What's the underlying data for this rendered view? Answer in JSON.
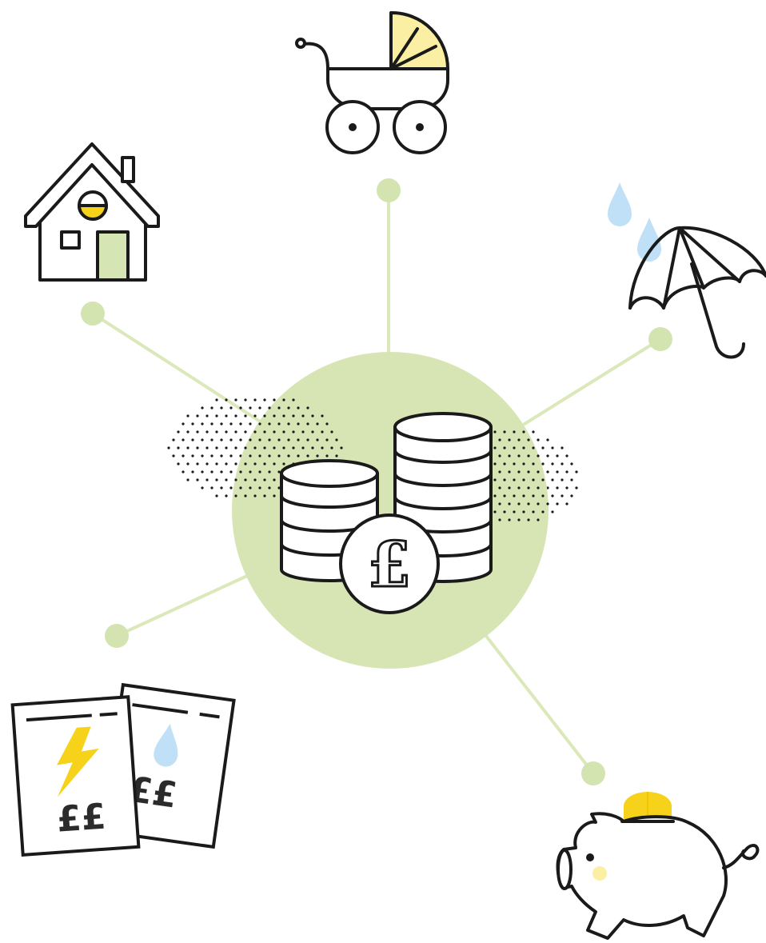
{
  "colors": {
    "accent_green": "#d7e5b5",
    "line_green": "#dbe8b9",
    "dot_green": "#d3e4b0",
    "house_door": "#d5e6b4",
    "yellow": "#f7d21a",
    "light_yellow": "#fbefa3",
    "rain_blue": "#bfe0f6",
    "stroke": "#1a1a1a"
  },
  "center": {
    "icon": "coin-stack-pound-icon",
    "symbol": "£"
  },
  "nodes": [
    {
      "name": "house",
      "icon": "house-icon"
    },
    {
      "name": "pram",
      "icon": "pram-icon"
    },
    {
      "name": "umbrella",
      "icon": "umbrella-rain-icon"
    },
    {
      "name": "bills",
      "icon": "utility-bills-icon"
    },
    {
      "name": "piggy-bank",
      "icon": "piggy-bank-icon"
    }
  ],
  "bills": {
    "electric_label": "££",
    "water_label": "££"
  }
}
